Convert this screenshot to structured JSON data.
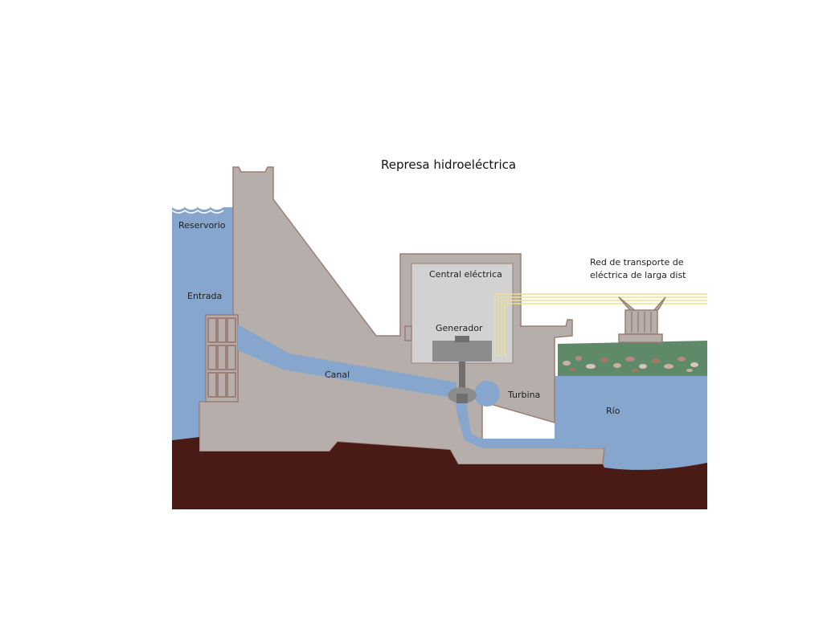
{
  "diagram": {
    "title": "Represa hidroeléctrica",
    "labels": {
      "reservoir": "Reservorio",
      "intake": "Entrada",
      "penstock": "Canal",
      "powerhouse": "Central eléctrica",
      "generator": "Generador",
      "turbine": "Turbina",
      "transmission_line1": "Red de transporte de",
      "transmission_line2": "eléctrica de larga dist",
      "river": "Río"
    },
    "colors": {
      "water": "#86a6cd",
      "concrete": "#b5aeaa",
      "concrete_edge": "#9c7f76",
      "ground": "#4a1a14",
      "grass": "#5f8a6a",
      "powerhouse_fill": "#d2d2d2",
      "machine": "#8c8c8c",
      "power_lines": "#efe08c"
    }
  }
}
